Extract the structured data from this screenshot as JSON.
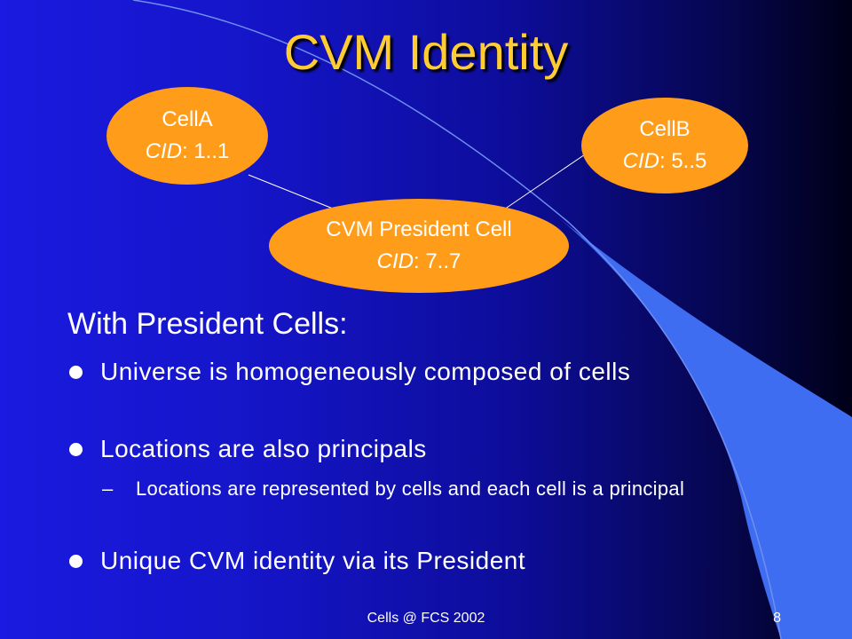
{
  "slide": {
    "title": "CVM Identity",
    "nodes": [
      {
        "name": "CellA",
        "cid_key": "CID",
        "cid_value": ": 1..1"
      },
      {
        "name": "CellB",
        "cid_key": "CID",
        "cid_value": ": 5..5"
      },
      {
        "name": "CVM President Cell",
        "cid_key": "CID",
        "cid_value": ": 7..7"
      }
    ],
    "subtitle": "With President Cells:",
    "bullets": [
      "Universe is homogeneously composed of cells",
      "Locations are also principals",
      "Unique CVM identity via its President"
    ],
    "sub_bullet_marker": "–",
    "sub_bullet": "Locations are represented by cells and each cell is a principal",
    "footer": "Cells @ FCS 2002",
    "page_number": "8"
  },
  "colors": {
    "title": "#ffcc33",
    "node_fill": "#ff9c1a",
    "accent_panel": "#3f6df2",
    "background_left": "#1a1ae0",
    "background_right": "#000018"
  }
}
